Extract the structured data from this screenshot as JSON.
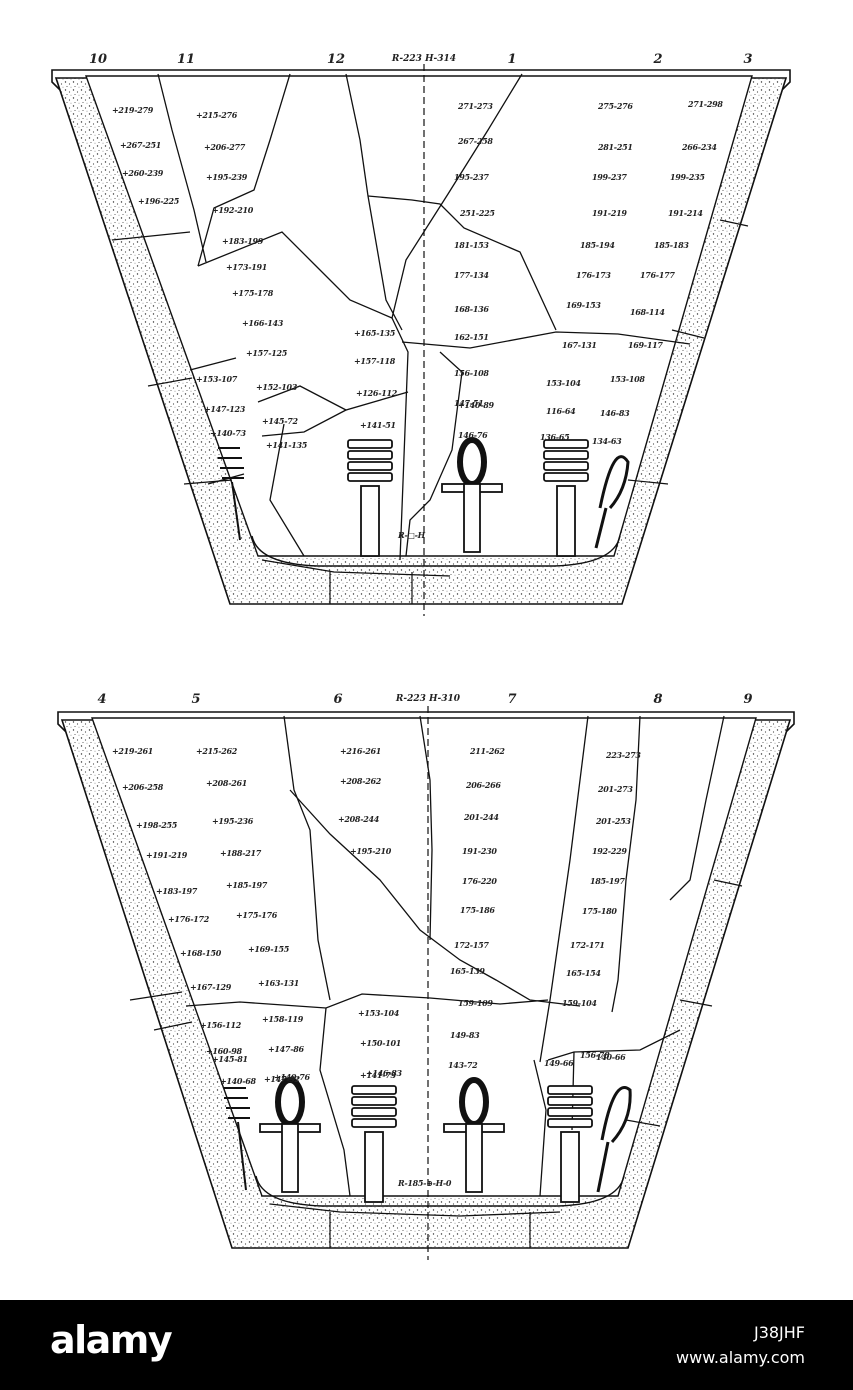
{
  "diagram": {
    "top_vessel": {
      "numbers": [
        "10",
        "11",
        "12",
        "1",
        "2",
        "3"
      ],
      "axis_label": "R-223 H-314",
      "center_mark": "R-□-H",
      "marks": [
        "+219-279",
        "+215-276",
        "271-273",
        "275-276",
        "271-298",
        "+267-251",
        "+206-277",
        "267-258",
        "281-251",
        "266-234",
        "+260-239",
        "+195-239",
        "195-237",
        "199-237",
        "199-235",
        "+196-225",
        "+192-210",
        "251-225",
        "191-219",
        "191-214",
        "+183-199",
        "+173-191",
        "181-153",
        "185-194",
        "185-183",
        "+175-178",
        "177-134",
        "176-173",
        "176-177",
        "+166-143",
        "168-136",
        "169-153",
        "168-114",
        "+157-125",
        "+165-135",
        "162-151",
        "167-131",
        "169-117",
        "+153-107",
        "+157-118",
        "+152-103",
        "+126-112",
        "156-108",
        "153-104",
        "153-108",
        "+147-123",
        "+140-89",
        "147-51",
        "116-64",
        "146-83",
        "+140-73",
        "+145-72",
        "+141-51",
        "+141-135",
        "146-76",
        "136-65",
        "134-63"
      ]
    },
    "bottom_vessel": {
      "numbers": [
        "4",
        "5",
        "6",
        "7",
        "8",
        "9"
      ],
      "axis_label": "R-223 H-310",
      "center_mark": "R-185-⊕-H-0",
      "marks": [
        "+219-261",
        "+215-262",
        "+216-261",
        "211-262",
        "223-273",
        "+206-258",
        "+208-261",
        "+208-262",
        "206-266",
        "201-273",
        "+198-255",
        "+195-236",
        "+208-244",
        "201-244",
        "201-253",
        "+191-219",
        "+188-217",
        "+195-210",
        "191-230",
        "192-229",
        "+183-197",
        "+185-197",
        "176-220",
        "185-197",
        "+176-172",
        "+175-176",
        "175-186",
        "175-180",
        "+168-150",
        "+169-155",
        "172-157",
        "172-171",
        "+167-129",
        "+163-131",
        "165-139",
        "165-154",
        "+156-112",
        "+158-119",
        "+153-104",
        "+150-101",
        "159-109",
        "159-104",
        "+160-98",
        "+147-86",
        "+146-83",
        "+147-92",
        "149-83",
        "156-78",
        "+145-81",
        "+140-76",
        "+141-73",
        "143-72",
        "140-66",
        "+140-68",
        "149-66"
      ]
    }
  },
  "watermark": {
    "logo": "alamy",
    "image_code": "J38JHF",
    "url": "www.alamy.com"
  }
}
